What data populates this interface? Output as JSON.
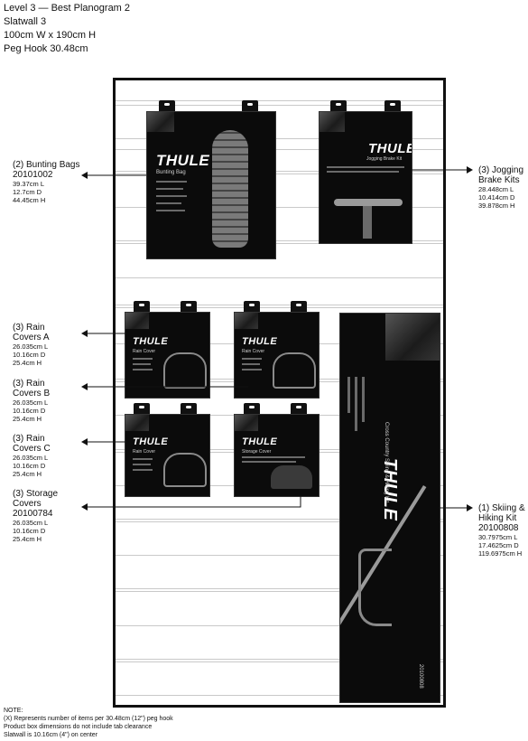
{
  "header": {
    "line1": "Level 3 — Best Planogram 2",
    "line2": "Slatwall 3",
    "line3": "100cm W x 190cm H",
    "line4": "Peg Hook 30.48cm"
  },
  "brand": "THULE",
  "products": {
    "bunting": {
      "qty_name": "(2) Bunting Bags",
      "code": "20101002",
      "dims": [
        "39.37cm L",
        "12.7cm D",
        "44.45cm H"
      ],
      "pack_title": "Bunting Bag"
    },
    "jogging": {
      "qty_name_1": "(3) Jogging",
      "qty_name_2": "Brake Kits",
      "dims": [
        "28.448cm L",
        "10.414cm D",
        "39.878cm H"
      ],
      "pack_title": "Jogging Brake Kit"
    },
    "rain_a": {
      "qty_name_1": "(3) Rain",
      "qty_name_2": "Covers A",
      "dims": [
        "26.035cm L",
        "10.16cm D",
        "25.4cm H"
      ],
      "pack_title": "Rain Cover"
    },
    "rain_b": {
      "qty_name_1": "(3) Rain",
      "qty_name_2": "Covers B",
      "dims": [
        "26.035cm L",
        "10.16cm D",
        "25.4cm H"
      ],
      "pack_title": "Rain Cover"
    },
    "rain_c": {
      "qty_name_1": "(3) Rain",
      "qty_name_2": "Covers C",
      "dims": [
        "26.035cm L",
        "10.16cm D",
        "25.4cm H"
      ],
      "pack_title": "Rain Cover"
    },
    "storage": {
      "qty_name_1": "(3) Storage",
      "qty_name_2": "Covers",
      "code": "20100784",
      "dims": [
        "26.035cm L",
        "10.16cm D",
        "25.4cm H"
      ],
      "pack_title": "Storage Cover"
    },
    "skiing": {
      "qty_name_1": "(1) Skiing &",
      "qty_name_2": "Hiking Kit",
      "code": "20100808",
      "dims": [
        "30.7975cm L",
        "17.4625cm D",
        "119.6975cm H"
      ],
      "pack_title": "Cross Country Skiing & Hiking Kit",
      "pack_code": "20100808"
    }
  },
  "notes": {
    "title": "NOTE:",
    "line1": "(X) Represents number of items per 30.48cm (12\") peg hook",
    "line2": "Product box dimensions do not include tab clearance",
    "line3": "Slatwall is 10.16cm (4\") on center"
  }
}
